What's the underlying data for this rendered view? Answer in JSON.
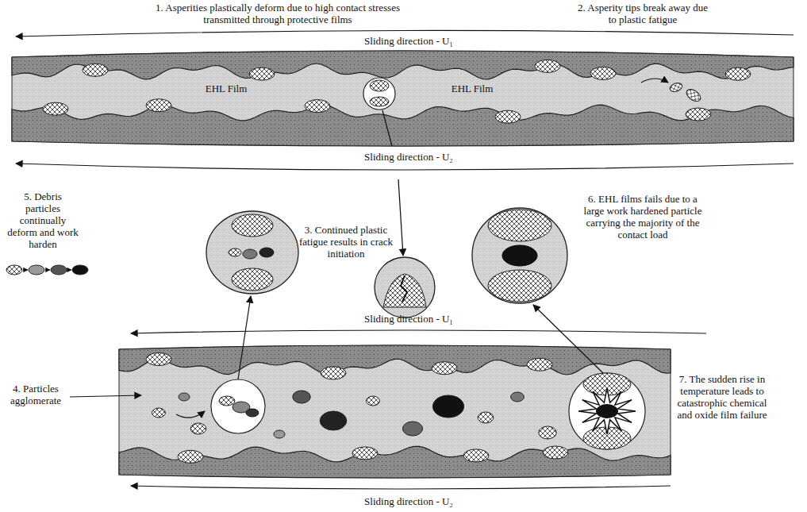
{
  "diagram": {
    "labels": [
      "1. Asperities plastically deform due to high contact stresses transmitted through protective films",
      "2. Asperity tips break away due to plastic fatigue",
      "Sliding direction - U₁",
      "EHL Film",
      "EHL Film",
      "Sliding direction - U₂",
      "5. Debris particles continually deform and work harden",
      "3. Continued plastic fatigue results in crack initiation",
      "6. EHL films fails due to a large work hardened particle carrying the majority of the contact load",
      "Sliding direction - U₁",
      "4. Particles agglomerate",
      "7. The sudden rise in temperature leads to catastrophic chemical and oxide film failure",
      "Sliding direction - U₂"
    ]
  }
}
